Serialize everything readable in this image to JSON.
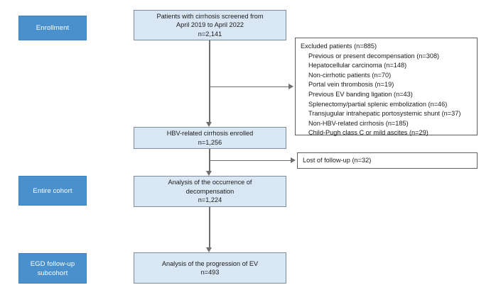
{
  "diagram": {
    "title": "Patient enrollment and analysis flow chart",
    "colors": {
      "stage_label_fill": "#4a90cc",
      "stage_label_text": "#ffffff",
      "flow_box_fill": "#d9e6f4",
      "flow_box_border": "#7f8c99",
      "plain_box_fill": "#ffffff",
      "plain_box_border": "#5d5d5d",
      "connector": "#6e6e6e",
      "page_background": "#ffffff"
    }
  },
  "stages": [
    {
      "label": "Enrollment"
    },
    {
      "label": "Entire cohort"
    },
    {
      "label": "EGD follow-up\nsubcohort",
      "line1": "EGD follow-up",
      "line2": "subcohort"
    }
  ],
  "flow": {
    "screened": {
      "line1": "Patients with cirrhosis screened from",
      "line2": "April 2019 to April 2022",
      "line3": "n=2,141"
    },
    "enrolled": {
      "line1": "HBV-related cirrhosis enrolled",
      "line2": "n=1,256"
    },
    "decompensation": {
      "line1": "Analysis of the occurrence of",
      "line2": "decompensation",
      "line3": "n=1,224"
    },
    "progression": {
      "line1": "Analysis of the progression of EV",
      "line2": "n=493"
    }
  },
  "excluded": {
    "heading": "Excluded patients (n=885)",
    "items": [
      "Previous or present decompensation (n=308)",
      "Hepatocellular carcinoma (n=148)",
      "Non-cirrhotic patients (n=70)",
      "Portal vein thrombosis (n=19)",
      "Previous EV banding ligation (n=43)",
      "Splenectomy/partial splenic embolization (n=46)",
      "Transjugular intrahepatic portosystemic shunt (n=37)",
      "Non-HBV-related cirrhosis (n=185)",
      "Child-Pugh class C or mild ascites (n=29)"
    ]
  },
  "lost": {
    "label": "Lost of follow-up (n=32)"
  },
  "chart_data": {
    "type": "flowchart",
    "title": "Study flow diagram of HBV-related cirrhosis cohort",
    "nodes": [
      {
        "id": "screened",
        "label": "Patients with cirrhosis screened from April 2019 to April 2022",
        "n": 2141
      },
      {
        "id": "excluded",
        "label": "Excluded patients",
        "n": 885
      },
      {
        "id": "enrolled",
        "label": "HBV-related cirrhosis enrolled",
        "n": 1256
      },
      {
        "id": "lost",
        "label": "Lost of follow-up",
        "n": 32
      },
      {
        "id": "decompensation",
        "label": "Analysis of the occurrence of decompensation",
        "n": 1224
      },
      {
        "id": "progression",
        "label": "Analysis of the progression of EV",
        "n": 493
      }
    ],
    "exclusion_breakdown": [
      {
        "reason": "Previous or present decompensation",
        "n": 308
      },
      {
        "reason": "Hepatocellular carcinoma",
        "n": 148
      },
      {
        "reason": "Non-cirrhotic patients",
        "n": 70
      },
      {
        "reason": "Portal vein thrombosis",
        "n": 19
      },
      {
        "reason": "Previous EV banding ligation",
        "n": 43
      },
      {
        "reason": "Splenectomy/partial splenic embolization",
        "n": 46
      },
      {
        "reason": "Transjugular intrahepatic portosystemic shunt",
        "n": 37
      },
      {
        "reason": "Non-HBV-related cirrhosis",
        "n": 185
      },
      {
        "reason": "Child-Pugh class C or mild ascites",
        "n": 29
      }
    ],
    "edges": [
      {
        "from": "screened",
        "to": "excluded",
        "type": "exclusion"
      },
      {
        "from": "screened",
        "to": "enrolled",
        "type": "flow"
      },
      {
        "from": "enrolled",
        "to": "lost",
        "type": "exclusion"
      },
      {
        "from": "enrolled",
        "to": "decompensation",
        "type": "flow"
      },
      {
        "from": "decompensation",
        "to": "progression",
        "type": "flow"
      }
    ],
    "stage_labels": [
      "Enrollment",
      "Entire cohort",
      "EGD follow-up subcohort"
    ]
  }
}
